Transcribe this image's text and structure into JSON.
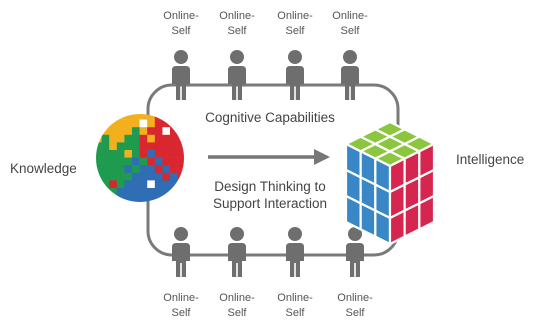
{
  "left_node": "Knowledge",
  "right_node": "Intelligence",
  "top_caption": "Cognitive Capabilities",
  "center_caption_line1": "Design Thinking to",
  "center_caption_line2": "Support Interaction",
  "top_people": [
    {
      "line1": "Online-",
      "line2": "Self"
    },
    {
      "line1": "Online-",
      "line2": "Self"
    },
    {
      "line1": "Online-",
      "line2": "Self"
    },
    {
      "line1": "Online-",
      "line2": "Self"
    }
  ],
  "bottom_people": [
    {
      "line1": "Online-",
      "line2": "Self"
    },
    {
      "line1": "Online-",
      "line2": "Self"
    },
    {
      "line1": "Online-",
      "line2": "Self"
    },
    {
      "line1": "Online-",
      "line2": "Self"
    }
  ],
  "colors": {
    "person": "#6e6e6e",
    "loop": "#7a7a7a",
    "arrow": "#777777",
    "cube_green": "#8cc63f",
    "cube_blue": "#3a87c8",
    "cube_red": "#d6264f"
  }
}
